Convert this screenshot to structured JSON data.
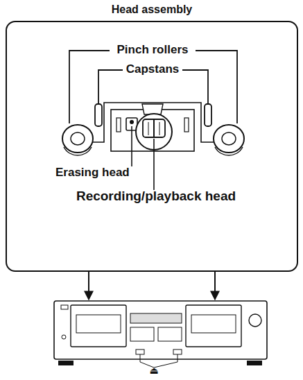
{
  "diagram": {
    "nodes": [
      {
        "text": [
          "Head assembly"
        ]
      }
    ],
    "labels": [
      "Pinch rollers",
      "Capstans",
      "Erasing head",
      "Recording/playback head",
      "⏏"
    ]
  }
}
